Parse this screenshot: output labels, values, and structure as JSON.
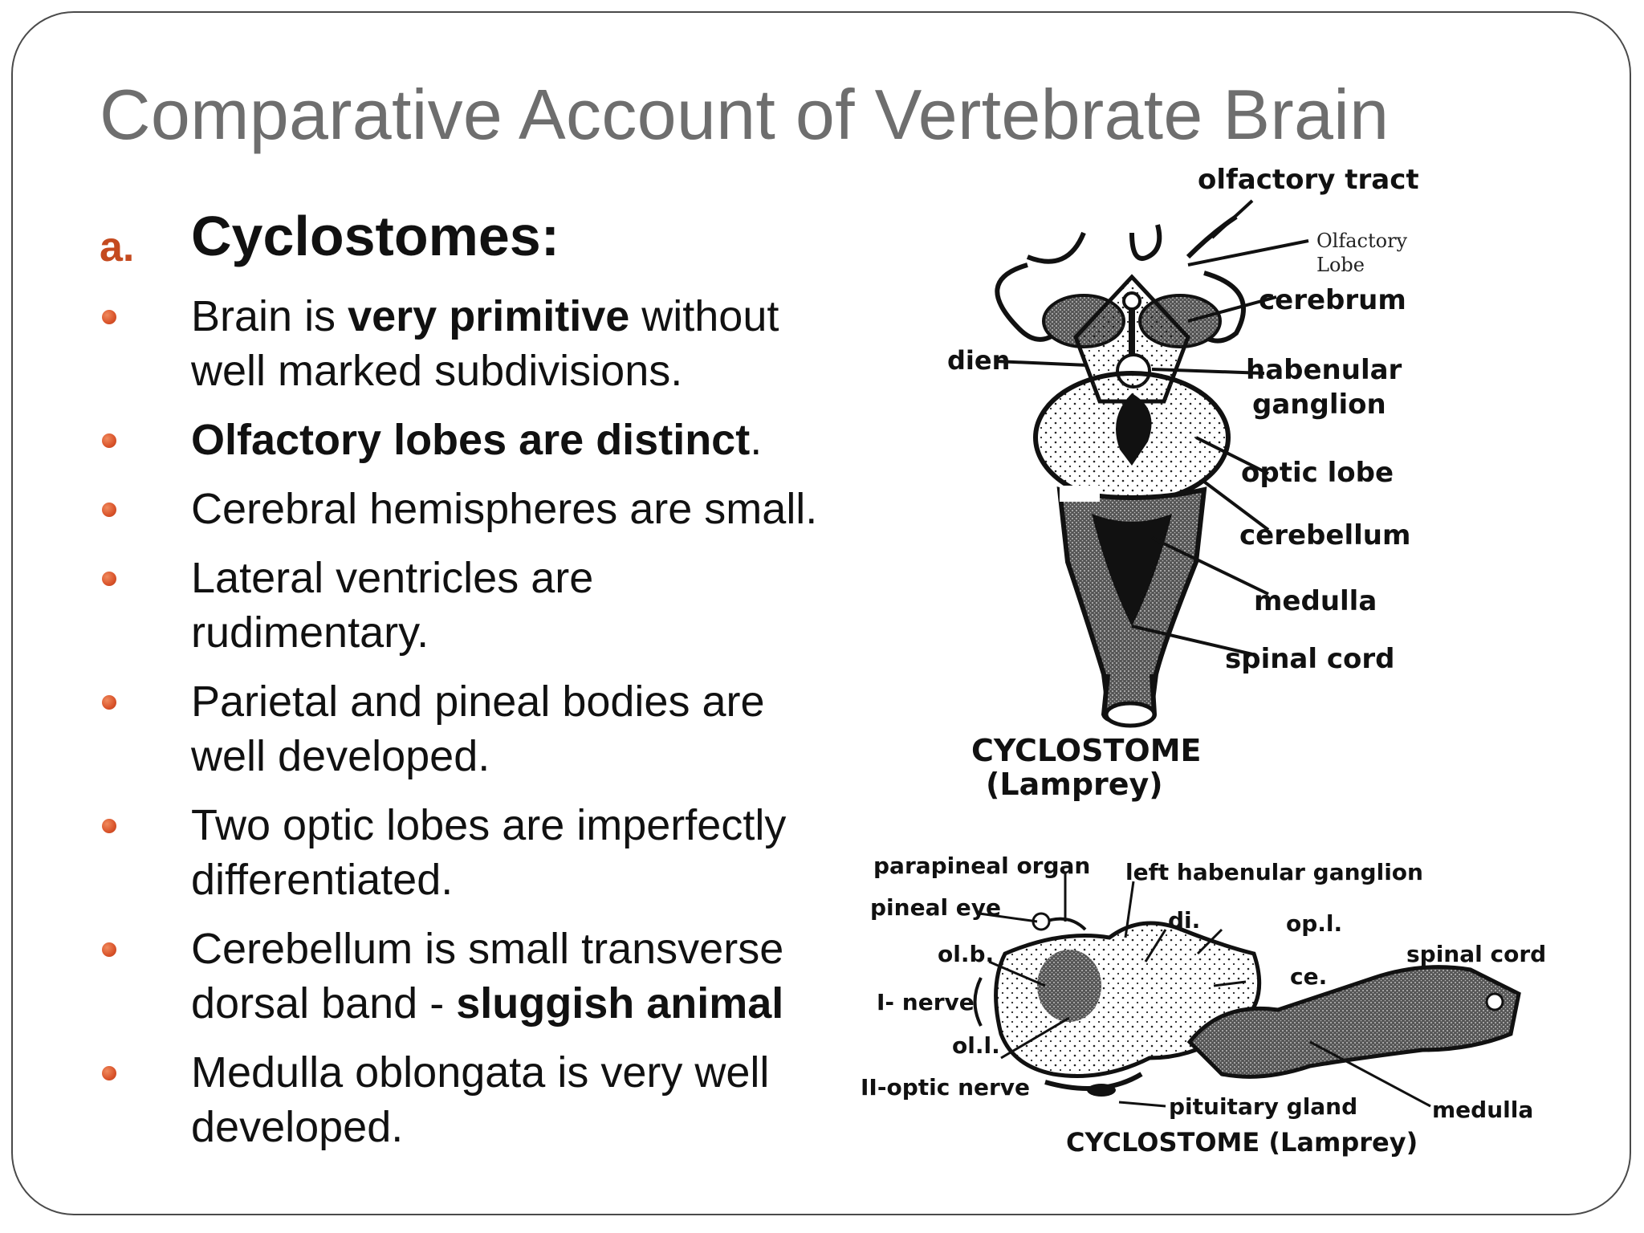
{
  "title": "Comparative Account of Vertebrate Brain",
  "section": {
    "letter": "a.",
    "heading": "Cyclostomes:"
  },
  "bullets": [
    {
      "pre": "Brain is ",
      "bold": "very primitive",
      "post": " without",
      "line2": "well marked subdivisions."
    },
    {
      "pre": "",
      "bold": "Olfactory lobes are distinct",
      "post": ".",
      "line2": ""
    },
    {
      "pre": "Cerebral hemispheres are small.",
      "bold": "",
      "post": "",
      "line2": ""
    },
    {
      "pre": "Lateral ventricles are",
      "bold": "",
      "post": "",
      "line2": "rudimentary."
    },
    {
      "pre": "Parietal and pineal bodies are",
      "bold": "",
      "post": "",
      "line2": "well developed."
    },
    {
      "pre": "Two optic lobes are imperfectly",
      "bold": "",
      "post": "",
      "line2": "differentiated."
    },
    {
      "pre": "Cerebellum is small transverse",
      "bold": "",
      "post": "",
      "line2_pre": "dorsal band - ",
      "line2_bold": "sluggish animal"
    },
    {
      "pre": "Medulla oblongata is very well",
      "bold": "",
      "post": "",
      "line2": "developed."
    }
  ],
  "dorsal_diagram": {
    "labels": {
      "olfactory_tract": "olfactory tract",
      "olfactory_lobe_1": "Olfactory",
      "olfactory_lobe_2": "Lobe",
      "cerebrum": "cerebrum",
      "dien": "dien",
      "habenular_1": "habenular",
      "habenular_2": "ganglion",
      "optic_lobe": "optic lobe",
      "cerebellum": "cerebellum",
      "medulla": "medulla",
      "spinal_cord": "spinal cord"
    },
    "caption_1": "CYCLOSTOME",
    "caption_2": "(Lamprey)"
  },
  "lateral_diagram": {
    "labels": {
      "parapineal": "parapineal organ",
      "left_habenular": "left habenular ganglion",
      "pineal_eye": "pineal eye",
      "di": "di.",
      "op_l": "op.l.",
      "ol_b": "ol.b.",
      "ce": "ce.",
      "spinal_cord": "spinal cord",
      "i_nerve": "I- nerve",
      "ol_l": "ol.l.",
      "ii_optic": "II-optic nerve",
      "pituitary": "pituitary gland",
      "medulla": "medulla"
    },
    "caption": "CYCLOSTOME (Lamprey)"
  }
}
